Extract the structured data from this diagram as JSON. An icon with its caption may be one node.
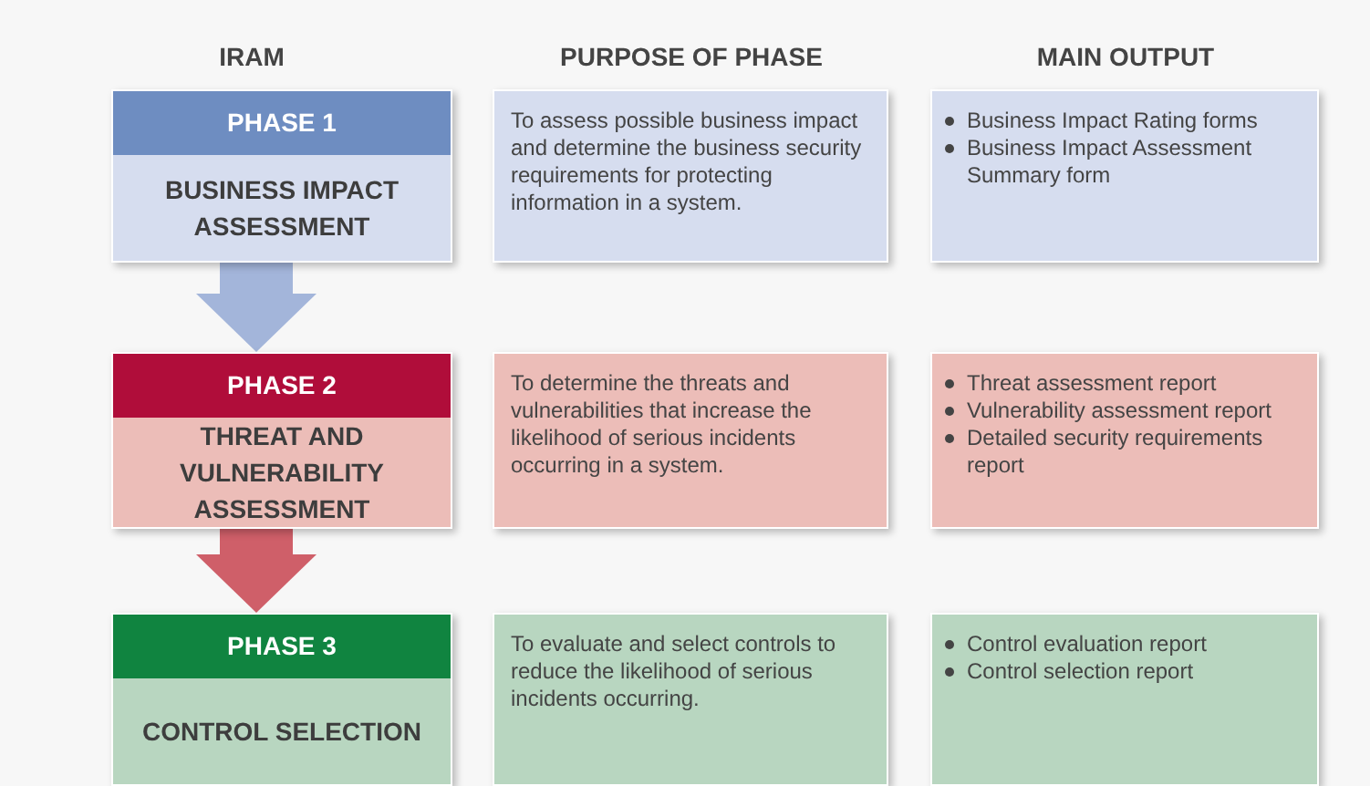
{
  "diagram": {
    "nodes": [
      {
        "text": [
          "PHASE 1",
          "BUSINESS IMPACT ASSESSMENT"
        ]
      },
      {
        "text": [
          "PHASE 2",
          "THREAT AND VULNERABILITY ASSESSMENT"
        ]
      },
      {
        "text": [
          "PHASE 3",
          "CONTROL SELECTION"
        ]
      },
      {
        "text": [
          "To assess possible business impact and determine the business security requirements for protecting information in a system."
        ]
      },
      {
        "text": [
          "To determine the threats and vulnerabilities that increase the likelihood of serious incidents occurring in a system."
        ]
      },
      {
        "text": [
          "To evaluate and select controls to reduce the likelihood of serious incidents occurring."
        ]
      },
      {
        "text": [
          "Business Impact Rating forms",
          "Business Impact Assessment Summary form"
        ]
      },
      {
        "text": [
          "Threat assessment report",
          "Vulnerability assessment report",
          "Detailed security requirements report"
        ]
      },
      {
        "text": [
          "Control evaluation report",
          "Control selection report"
        ]
      }
    ],
    "edges": [
      {
        "from": 0,
        "to": 1,
        "arrow": "to",
        "color": "#a3b5da"
      },
      {
        "from": 1,
        "to": 2,
        "arrow": "to",
        "color": "#cf5f69"
      }
    ],
    "labels": [
      "IRAM",
      "PURPOSE OF PHASE",
      "MAIN OUTPUT"
    ]
  }
}
